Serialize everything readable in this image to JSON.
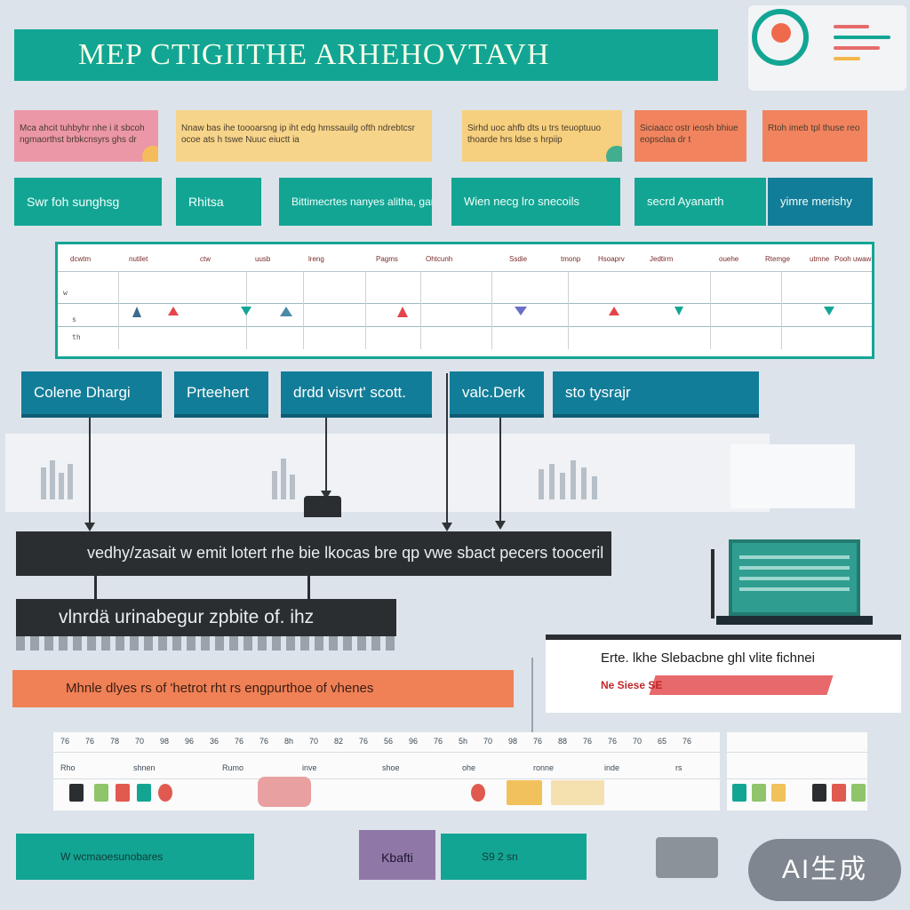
{
  "title": "MEP CTIGIITHE ARHEHOVTAVH",
  "notes": [
    "Mca ahcit tuhbyhr nhe i it sbcoh ngmaorthst brbkcnsyrs ghs dr",
    "Nnaw bas ihe toooarsng ip iht edg hmssauilg ofth ndrebtcsr ocoe ats h tswe Nuuc eiuctt ia",
    "Sirhd uoc ahfb dts u trs teuoptuuo thoarde hrs ldse s hrpiip",
    "Siciaacc ostr ieosh bhiue eopsclaa dr t",
    "Rtoh imeb tpl thuse reo"
  ],
  "tabs_row": [
    "Swr foh sunghsg",
    "Rhitsa",
    "Bittimecrtes nanyes alitha, gan",
    "Wien necg lro snecoils",
    "secrd Ayanarth",
    "yimre merishy"
  ],
  "table": {
    "headers": [
      "dcwtm",
      "nutilet",
      "ctw",
      "uusb",
      "lreng",
      "Pagms",
      "Ohtcunh",
      "Ssdie",
      "tmonp",
      "Hsoaprv",
      "Jedtirm",
      "ouehe",
      "Rtemge",
      "utmne",
      "Pooh uwaw"
    ],
    "row_labels": [
      "w",
      "s",
      "th"
    ]
  },
  "mid_tabs": [
    "Colene Dhargi",
    "Prteehert",
    "drdd visvrt' scott.",
    "valc.Derk",
    "sto tysrajr"
  ],
  "bar_main": "vedhy/zasait w emit lotert rhe bie lkocas bre qp vwe sbact pecers tooceril",
  "bar_second": "vlnrdä urinabegur zpbite of. ihz",
  "right_card": {
    "line1": "Erte. lkhe Slebacbne ghl vlite fichnei",
    "line2": "Ne Siese SE"
  },
  "orange_bar": "Mhnle dlyes rs of 'hetrot rht rs engpurthoe of vhenes",
  "bottom_grid": {
    "row1": [
      "76",
      "76",
      "78",
      "70",
      "98",
      "96",
      "36",
      "76",
      "76",
      "8h",
      "70",
      "82",
      "76",
      "56",
      "96",
      "76",
      "5h",
      "70",
      "98",
      "76",
      "88",
      "76",
      "76",
      "70",
      "65",
      "76"
    ],
    "row2": [
      "Rho",
      "shnen",
      "Rumo",
      "inve",
      "shoe",
      "ohe",
      "ronne",
      "inde",
      "rs"
    ]
  },
  "foot_tabs": [
    "W wcmaoesunobares",
    "Kbafti",
    "S9 2 sn"
  ],
  "watermark": "AI生成",
  "colors": {
    "teal": "#13a594",
    "dark_teal": "#127d98",
    "orange": "#f08156",
    "charcoal": "#2b2e31",
    "pink": "#ec97a8",
    "amber": "#f6d58a"
  },
  "icons": [
    "gear-badge-icon",
    "laptop-icon",
    "printer-icon",
    "flask-icon"
  ]
}
